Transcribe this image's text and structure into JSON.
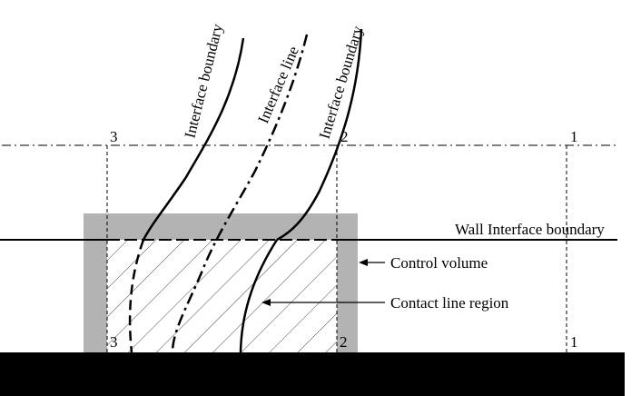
{
  "labels": {
    "interface_boundary_left": "Interface boundary",
    "interface_line": "Interface line",
    "interface_boundary_right": "Interface boundary",
    "wall_interface_boundary": "Wall Interface boundary",
    "control_volume": "Control volume",
    "contact_line_region": "Contact line region",
    "station_top_3": "3",
    "station_top_2": "2",
    "station_top_1": "1",
    "station_bottom_3": "3",
    "station_bottom_2": "2",
    "station_bottom_1": "1"
  },
  "colors": {
    "ink": "#000000",
    "control_volume_fill": "#b3b3b3",
    "wall": "#000000",
    "background": "#ffffff"
  }
}
